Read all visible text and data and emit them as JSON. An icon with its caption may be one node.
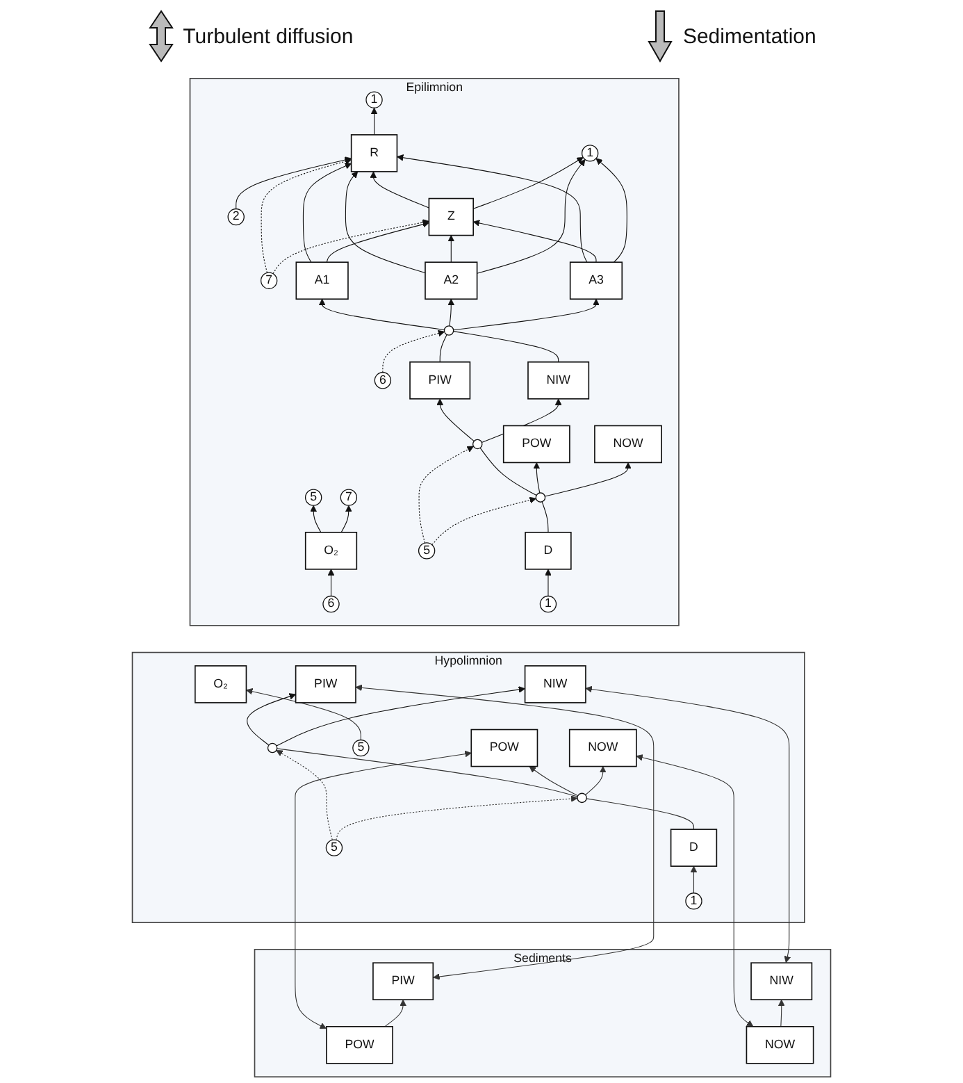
{
  "diagram": {
    "nodes": [
      {
        "text": [
          "Epilimnion"
        ]
      },
      {
        "text": [
          "1"
        ],
        "in": 0
      },
      {
        "text": [
          "2"
        ],
        "in": 0
      },
      {
        "text": [
          "R"
        ],
        "in": 0
      },
      {
        "text": [
          "7"
        ],
        "in": 0
      },
      {
        "text": [
          "6"
        ],
        "in": 0
      },
      {
        "text": [
          "O₂"
        ],
        "in": 0
      },
      {
        "text": [
          "Z"
        ],
        "in": 0
      },
      {
        "text": [
          "5"
        ],
        "in": 0
      },
      {
        "text": [
          "7"
        ],
        "in": 0
      },
      {
        "text": [
          "1"
        ],
        "in": 0
      },
      {
        "text": [
          "A1"
        ],
        "in": 0
      },
      {
        "text": [
          "A2"
        ],
        "in": 0
      },
      {
        "text": [
          "A3"
        ],
        "in": 0
      },
      {
        "text": [],
        "shape": "circle",
        "in": 0
      },
      {
        "text": [
          "6"
        ],
        "in": 0
      },
      {
        "text": [
          "PIW"
        ],
        "in": 0
      },
      {
        "text": [
          "NIW"
        ],
        "in": 0
      },
      {
        "text": [],
        "shape": "circle",
        "in": 0
      },
      {
        "text": [
          "5"
        ],
        "in": 0
      },
      {
        "text": [
          "POW"
        ],
        "in": 0
      },
      {
        "text": [],
        "shape": "circle",
        "in": 0
      },
      {
        "text": [
          "NOW"
        ],
        "in": 0
      },
      {
        "text": [
          "1"
        ],
        "in": 0
      },
      {
        "text": [
          "D"
        ],
        "in": 0
      },
      {
        "text": [
          "Hypolimnion"
        ]
      },
      {
        "text": [
          "PIW"
        ],
        "in": 25
      },
      {
        "text": [],
        "shape": "circle",
        "in": 25
      },
      {
        "text": [
          "NIW"
        ],
        "in": 25
      },
      {
        "text": [
          "5"
        ],
        "in": 25
      },
      {
        "text": [
          "5"
        ],
        "in": 25
      },
      {
        "text": [
          "O₂"
        ],
        "in": 25
      },
      {
        "text": [
          "POW"
        ],
        "in": 25
      },
      {
        "text": [],
        "shape": "circle",
        "in": 25
      },
      {
        "text": [
          "NOW"
        ],
        "in": 25
      },
      {
        "text": [
          "1"
        ],
        "in": 25
      },
      {
        "text": [
          "D"
        ],
        "in": 25
      },
      {
        "text": [
          "Sediments"
        ]
      },
      {
        "text": [
          "PIW"
        ],
        "in": 37
      },
      {
        "text": [
          "POW"
        ],
        "in": 37
      },
      {
        "text": [
          "NOW"
        ],
        "in": 37
      },
      {
        "text": [
          "NIW"
        ],
        "in": 37
      }
    ],
    "edges": [
      {
        "from": 3,
        "to": 1,
        "arrow": "to"
      },
      {
        "from": 2,
        "to": 3,
        "arrow": "to"
      },
      {
        "from": 11,
        "to": 3,
        "arrow": "to"
      },
      {
        "from": 11,
        "to": 7,
        "arrow": "to"
      },
      {
        "from": 13,
        "to": 3,
        "arrow": "to"
      },
      {
        "from": 13,
        "to": 7,
        "arrow": "to"
      },
      {
        "from": 12,
        "to": 3,
        "arrow": "to"
      },
      {
        "from": 7,
        "to": 3,
        "arrow": "to"
      },
      {
        "from": 4,
        "to": 3,
        "arrow": "to",
        "style": "dashed"
      },
      {
        "from": 4,
        "to": 7,
        "arrow": "to",
        "style": "dashed"
      },
      {
        "from": 12,
        "to": 7,
        "arrow": "to"
      },
      {
        "from": 7,
        "to": 10,
        "arrow": "to"
      },
      {
        "from": 12,
        "to": 10,
        "arrow": "to"
      },
      {
        "from": 13,
        "to": 10,
        "arrow": "to"
      },
      {
        "from": 5,
        "to": 6,
        "arrow": "to"
      },
      {
        "from": 6,
        "to": 8,
        "arrow": "to"
      },
      {
        "from": 6,
        "to": 9,
        "arrow": "to"
      },
      {
        "from": 14,
        "to": 11,
        "arrow": "to"
      },
      {
        "from": 14,
        "to": 12,
        "arrow": "to"
      },
      {
        "from": 14,
        "to": 13,
        "arrow": "to"
      },
      {
        "from": 15,
        "to": 14,
        "arrow": "to",
        "style": "dashed"
      },
      {
        "from": 16,
        "to": 14,
        "arrow": "none"
      },
      {
        "from": 17,
        "to": 14,
        "arrow": "none"
      },
      {
        "from": 18,
        "to": 16,
        "arrow": "to"
      },
      {
        "from": 18,
        "to": 17,
        "arrow": "to"
      },
      {
        "from": 19,
        "to": 18,
        "arrow": "to",
        "style": "dashed"
      },
      {
        "from": 19,
        "to": 21,
        "arrow": "to",
        "style": "dashed"
      },
      {
        "from": 21,
        "to": 18,
        "arrow": "none"
      },
      {
        "from": 21,
        "to": 20,
        "arrow": "to"
      },
      {
        "from": 21,
        "to": 22,
        "arrow": "to"
      },
      {
        "from": 24,
        "to": 21,
        "arrow": "none"
      },
      {
        "from": 23,
        "to": 24,
        "arrow": "to"
      },
      {
        "from": 27,
        "to": 26,
        "arrow": "to"
      },
      {
        "from": 27,
        "to": 28,
        "arrow": "to"
      },
      {
        "from": 29,
        "to": 27,
        "arrow": "to",
        "style": "dashed"
      },
      {
        "from": 29,
        "to": 33,
        "arrow": "to",
        "style": "dashed"
      },
      {
        "from": 30,
        "to": 31,
        "arrow": "to"
      },
      {
        "from": 33,
        "to": 27,
        "arrow": "none"
      },
      {
        "from": 33,
        "to": 32,
        "arrow": "to"
      },
      {
        "from": 33,
        "to": 34,
        "arrow": "to"
      },
      {
        "from": 36,
        "to": 33,
        "arrow": "none"
      },
      {
        "from": 35,
        "to": 36,
        "arrow": "to"
      },
      {
        "from": 38,
        "to": 26,
        "arrow": "both"
      },
      {
        "from": 39,
        "to": 32,
        "arrow": "both"
      },
      {
        "from": 40,
        "to": 34,
        "arrow": "both"
      },
      {
        "from": 41,
        "to": 28,
        "arrow": "both"
      },
      {
        "from": 39,
        "to": 38,
        "arrow": "to"
      },
      {
        "from": 40,
        "to": 41,
        "arrow": "to"
      }
    ],
    "labels": [
      "Turbulent diffusion",
      "Sedimentation"
    ]
  }
}
